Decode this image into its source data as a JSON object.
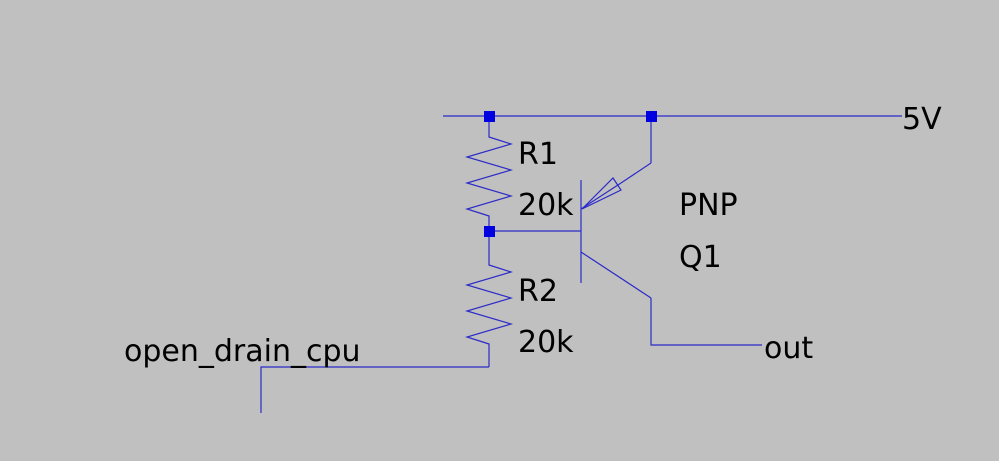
{
  "labels": {
    "r1_name": "R1",
    "r1_value": "20k",
    "r2_name": "R2",
    "r2_value": "20k",
    "q1_type": "PNP",
    "q1_name": "Q1",
    "net_supply": "5V",
    "net_input": "open_drain_cpu",
    "net_output": "out"
  },
  "colors": {
    "background": "#c0c0c0",
    "wire": "#2b2bc8",
    "junction": "#0000e0",
    "text": "#000000"
  }
}
